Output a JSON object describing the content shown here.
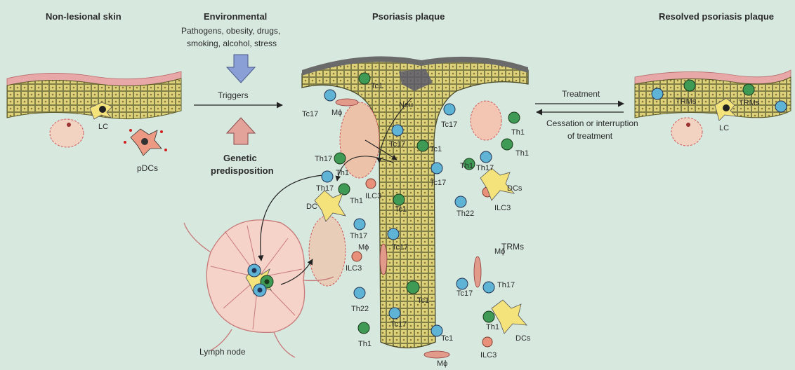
{
  "headers": {
    "non_lesional": "Non-lesional skin",
    "environmental": "Environmental",
    "plaque": "Psoriasis plaque",
    "resolved": "Resolved psoriasis plaque"
  },
  "environmental_factors": [
    "Pathogens, obesity, drugs,",
    "smoking, alcohol, stress"
  ],
  "triggers": "Triggers",
  "genetic": [
    "Genetic",
    "predisposition"
  ],
  "treatment": "Treatment",
  "cessation": [
    "Cessation or interruption",
    "of treatment"
  ],
  "lymph_node": "Lymph node",
  "cells_left": {
    "lc": "LC",
    "pdcs": "pDCs"
  },
  "cells_right": {
    "trms1": "TRMs",
    "trms2": "TRMs",
    "lc": "LC",
    "trms_mid": "TRMs"
  },
  "plaque_cells": {
    "tc17_a": "Tc17",
    "tc1_a": "Tc1",
    "mphi_a": "Mϕ",
    "neu": "Neu",
    "tc17_b": "Tc17",
    "tc1_b": "Tc1",
    "tc1_c": "Tc1",
    "th1_a": "Th1",
    "th1_b": "Th1",
    "th17_a": "Th17",
    "th1_c": "Th1",
    "th17_b": "Th17",
    "ilc3_a": "ILC3",
    "th1_d": "Th1",
    "dc": "DC",
    "tc1_d": "Tc1",
    "th1_e": "Th1",
    "th17_c": "Th17",
    "dcs_a": "DCs",
    "tc17_c": "Tc17",
    "th22_a": "Th22",
    "ilc3_b": "ILC3",
    "th17_d": "Th17",
    "tc17_d": "Tc17",
    "mphi_b": "Mϕ",
    "ilc3_c": "ILC3",
    "mphi_c": "Mϕ",
    "tc17_e": "Tc17",
    "th17_e": "Th17",
    "tc1_e": "Tc1",
    "th22_b": "Th22",
    "tc17_f": "Tc17",
    "tc17_g": "Tc17",
    "th1_f": "Th1",
    "dcs_b": "DCs",
    "th1_g": "Th1",
    "ilc3_d": "ILC3",
    "mphi_d": "Mϕ"
  },
  "colors": {
    "background": "#d7e8df",
    "keratinocyte": "#ddd27a",
    "dermis": "#f4cdb8",
    "t_cell_blue": "#5fb3d4",
    "t_cell_green": "#3f9a55",
    "dc_yellow": "#f4e27a",
    "arrow_blue": "#8a9fd6",
    "arrow_red": "#e3a39a",
    "ilc_salmon": "#e8907a"
  }
}
